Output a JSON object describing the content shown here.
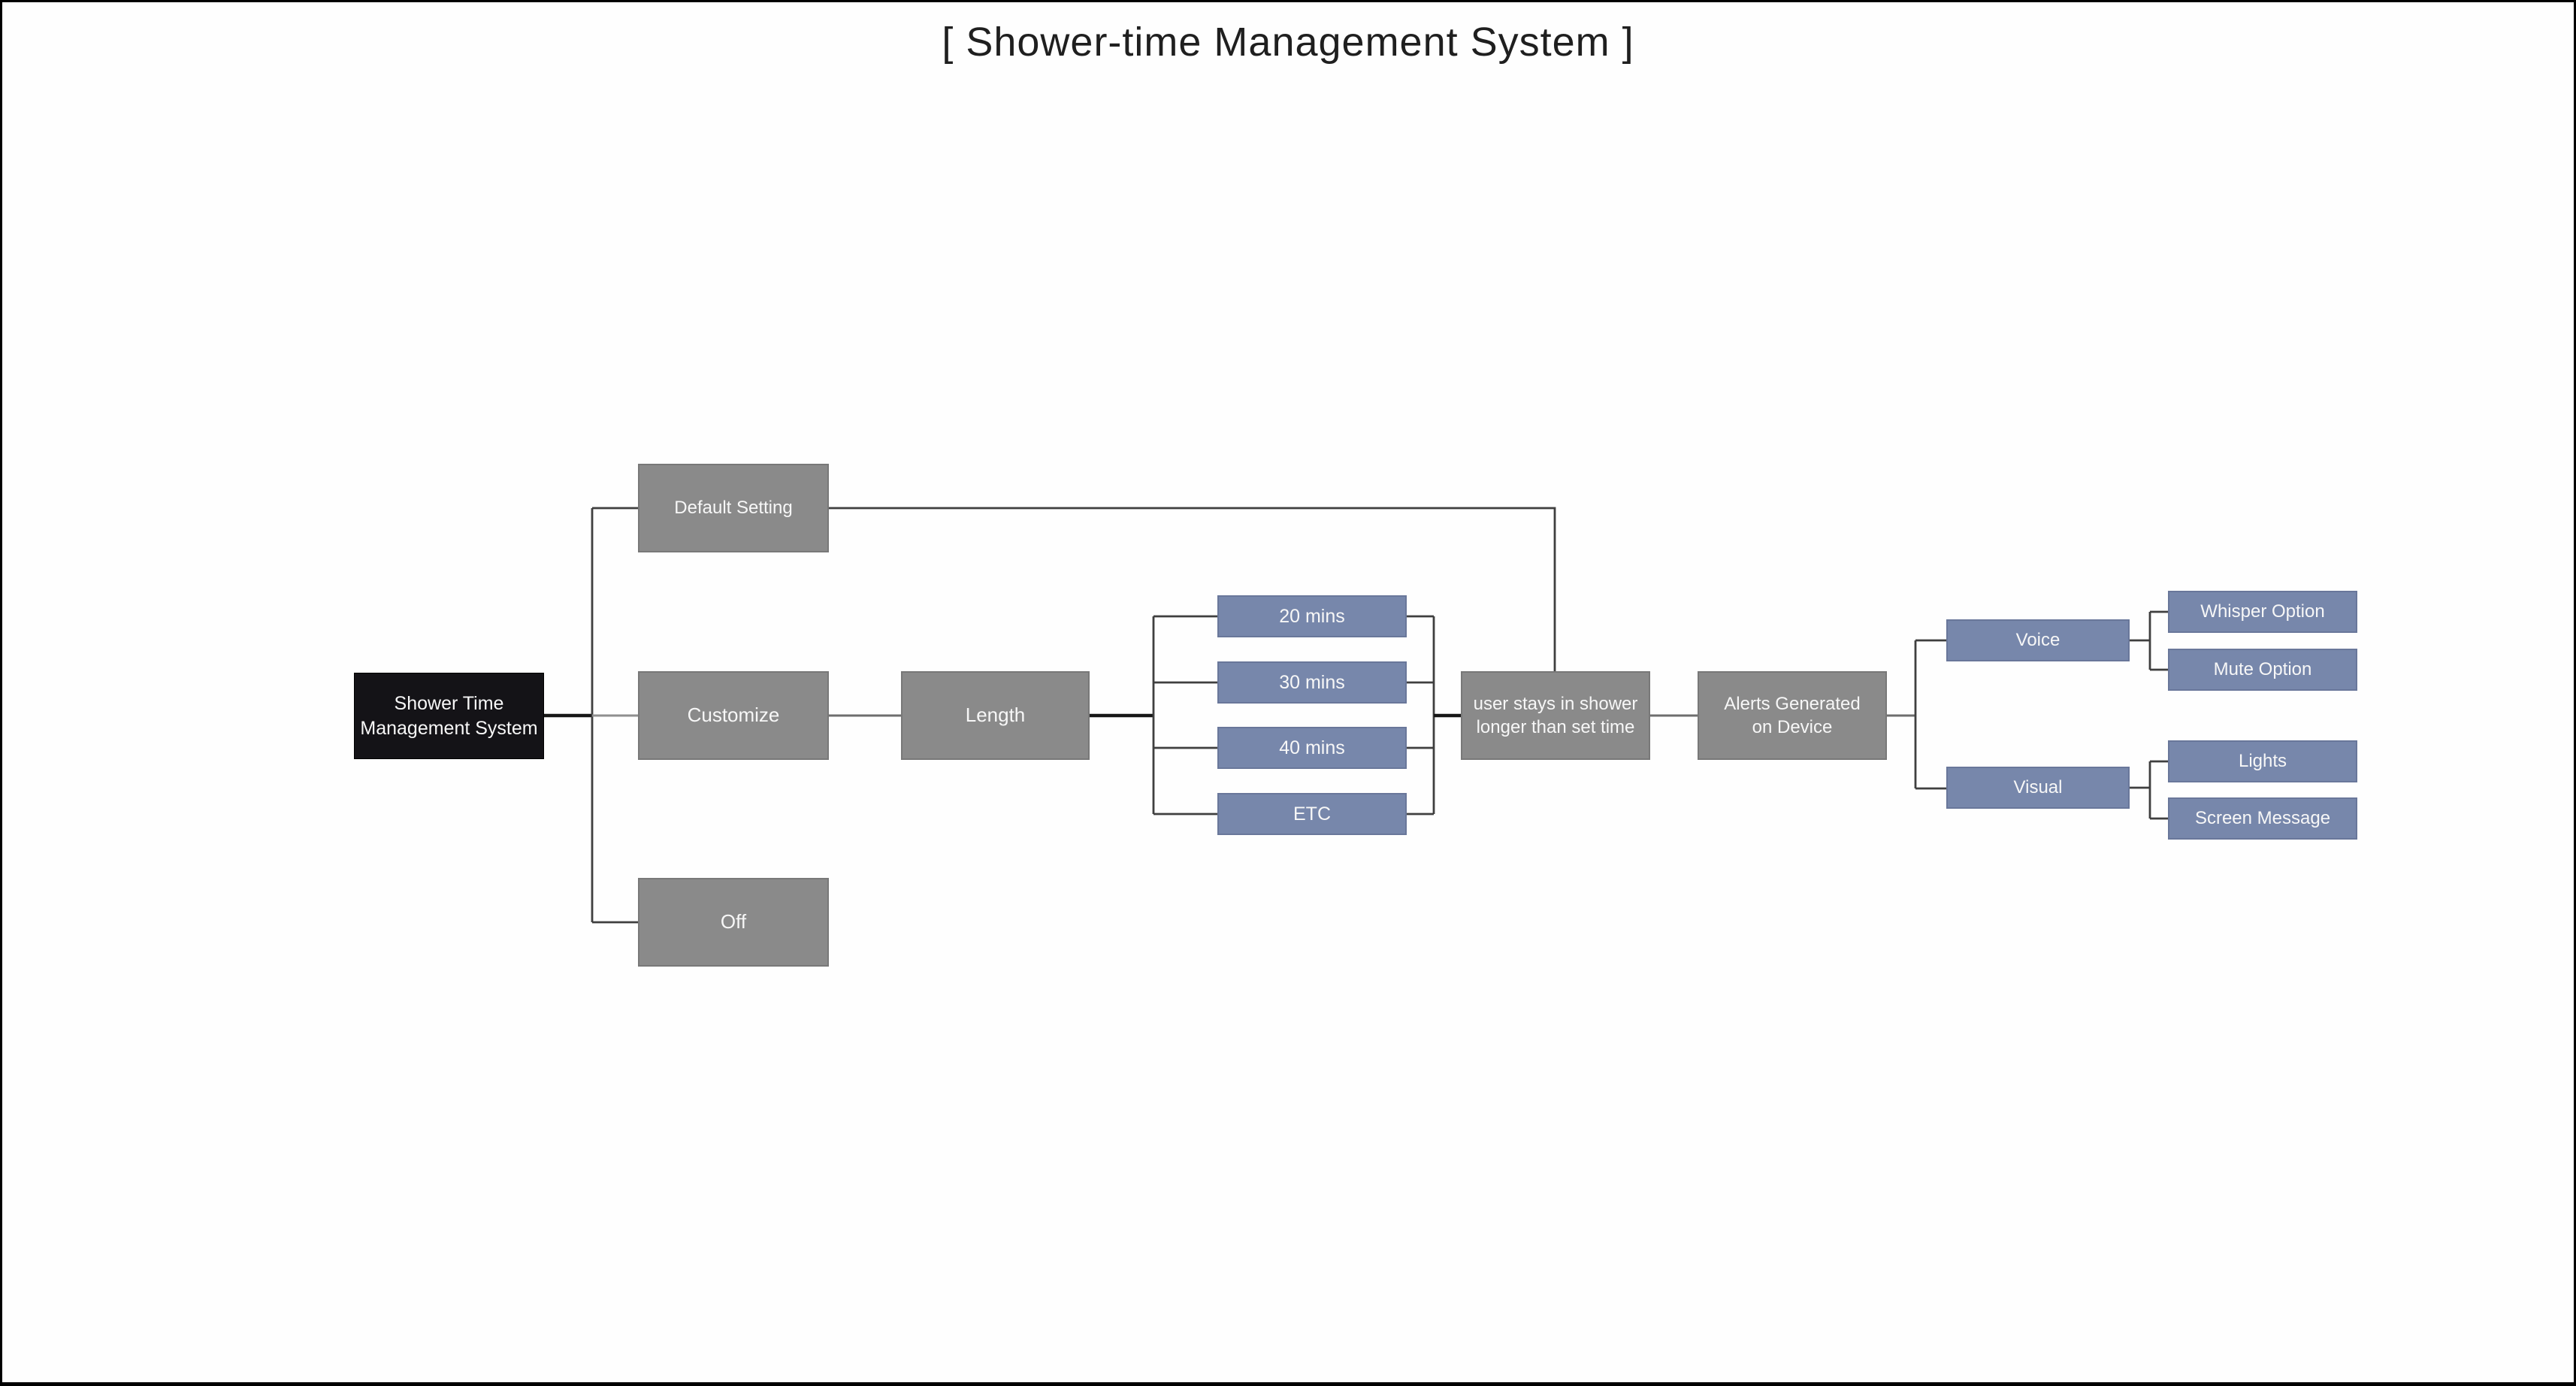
{
  "title": "[ Shower-time Management System ]",
  "colors": {
    "background": "#fefefe",
    "frame_border": "#000000",
    "root_node": "#141317",
    "gray_node": "#8a8a8a",
    "slate_node": "#7787ab",
    "node_text": "#f7f7f7",
    "main_line": "#161616",
    "secondary_line": "#3f3f3f"
  },
  "diagram": {
    "nodes": {
      "root": {
        "label": "Shower Time\nManagement System"
      },
      "default_setting": {
        "label": "Default Setting"
      },
      "customize": {
        "label": "Customize"
      },
      "off": {
        "label": "Off"
      },
      "length": {
        "label": "Length"
      },
      "mins_20": {
        "label": "20 mins"
      },
      "mins_30": {
        "label": "30 mins"
      },
      "mins_40": {
        "label": "40 mins"
      },
      "etc": {
        "label": "ETC"
      },
      "user_stays": {
        "label": "user stays in shower\nlonger than set time"
      },
      "alerts": {
        "label": "Alerts Generated\non Device"
      },
      "voice": {
        "label": "Voice"
      },
      "visual": {
        "label": "Visual"
      },
      "whisper_option": {
        "label": "Whisper Option"
      },
      "mute_option": {
        "label": "Mute Option"
      },
      "lights": {
        "label": "Lights"
      },
      "screen_message": {
        "label": "Screen Message"
      }
    },
    "edges": [
      {
        "from": "root",
        "to": "default_setting"
      },
      {
        "from": "root",
        "to": "customize"
      },
      {
        "from": "root",
        "to": "off"
      },
      {
        "from": "customize",
        "to": "length"
      },
      {
        "from": "length",
        "to": "mins_20"
      },
      {
        "from": "length",
        "to": "mins_30"
      },
      {
        "from": "length",
        "to": "mins_40"
      },
      {
        "from": "length",
        "to": "etc"
      },
      {
        "from": "mins_20",
        "to": "user_stays"
      },
      {
        "from": "mins_30",
        "to": "user_stays"
      },
      {
        "from": "mins_40",
        "to": "user_stays"
      },
      {
        "from": "etc",
        "to": "user_stays"
      },
      {
        "from": "default_setting",
        "to": "user_stays"
      },
      {
        "from": "user_stays",
        "to": "alerts"
      },
      {
        "from": "alerts",
        "to": "voice"
      },
      {
        "from": "alerts",
        "to": "visual"
      },
      {
        "from": "voice",
        "to": "whisper_option"
      },
      {
        "from": "voice",
        "to": "mute_option"
      },
      {
        "from": "visual",
        "to": "lights"
      },
      {
        "from": "visual",
        "to": "screen_message"
      }
    ]
  }
}
